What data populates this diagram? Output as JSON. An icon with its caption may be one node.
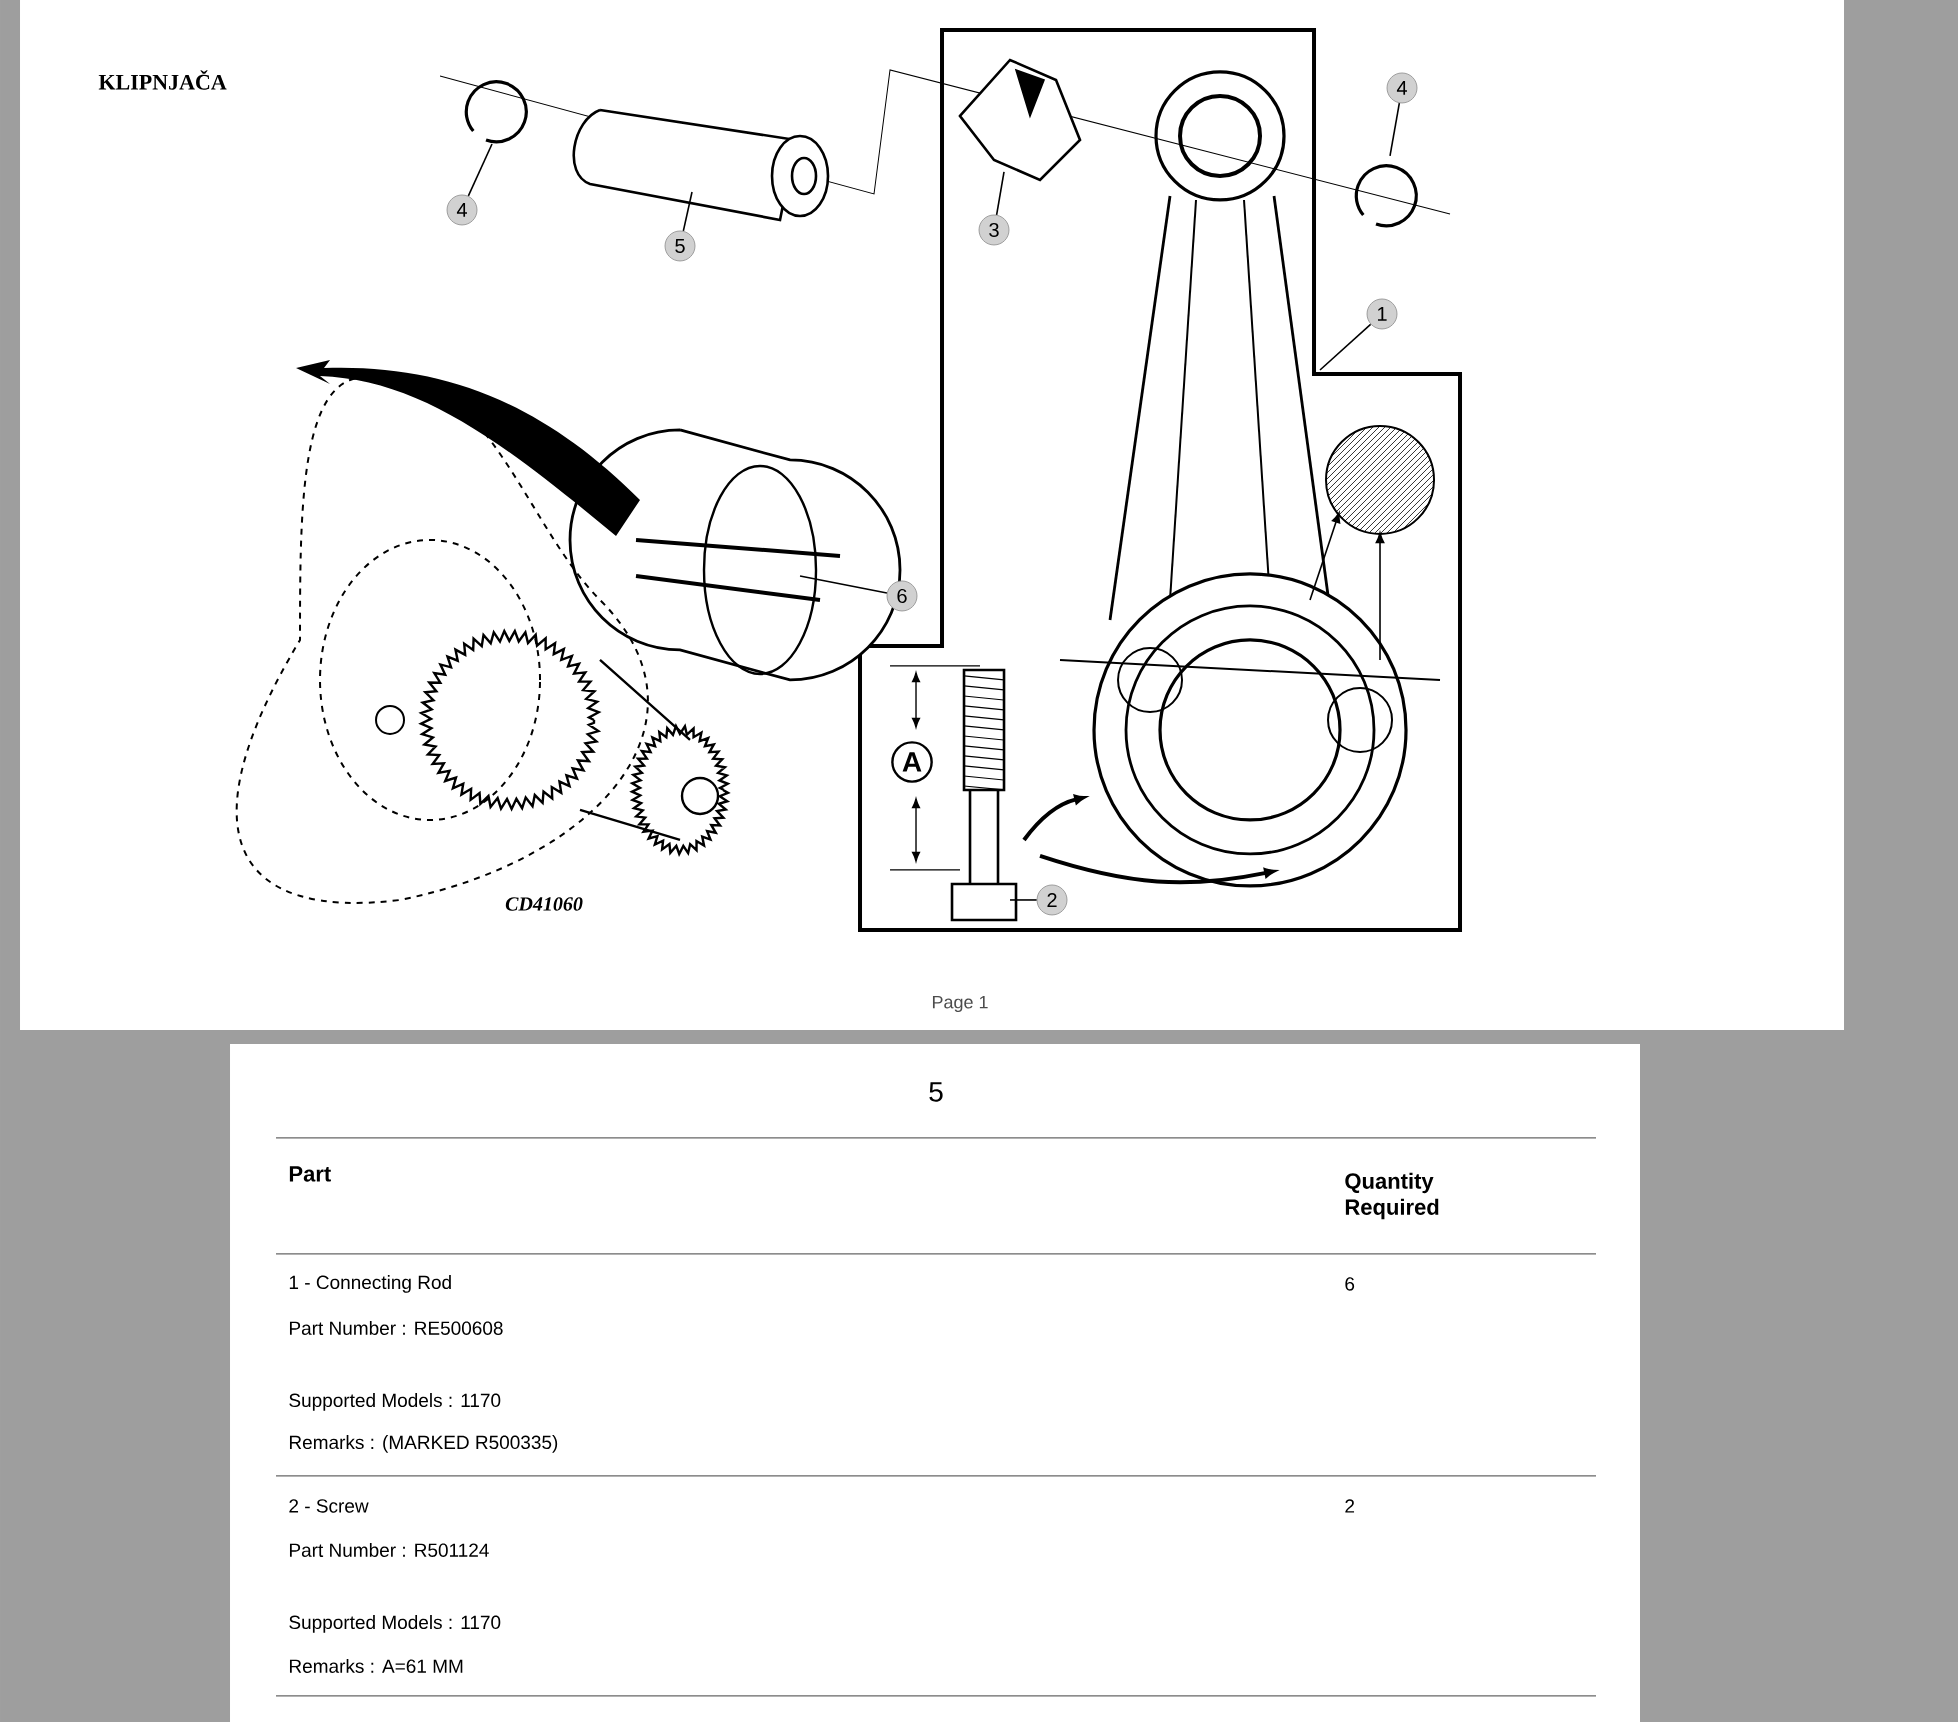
{
  "diagram": {
    "nodes": [
      {
        "text": [
          "4"
        ]
      },
      {
        "text": [
          "5"
        ]
      },
      {
        "text": [
          "3"
        ]
      },
      {
        "text": [
          "4"
        ]
      },
      {
        "text": [
          "1"
        ]
      },
      {
        "text": [
          "6"
        ]
      },
      {
        "text": [
          "2"
        ]
      }
    ],
    "edges": [
      {
        "from": 0,
        "to": null,
        "arrow": "none"
      },
      {
        "from": 1,
        "to": null,
        "arrow": "none"
      },
      {
        "from": 2,
        "to": null,
        "arrow": "none"
      },
      {
        "from": 3,
        "to": null,
        "arrow": "none"
      },
      {
        "from": 4,
        "to": null,
        "arrow": "none"
      },
      {
        "from": 5,
        "to": null,
        "arrow": "none"
      },
      {
        "from": 6,
        "to": null,
        "arrow": "none"
      }
    ],
    "labels": [
      "KLIPNJAČA",
      "A",
      "CD41060",
      "Page 1",
      "5",
      "Part",
      "Quantity Required",
      "1 - Connecting Rod",
      "Part Number : RE500608",
      "Supported Models : 1170",
      "Remarks : (MARKED R500335)",
      "6",
      "2 - Screw",
      "Part Number : R501124",
      "Supported Models : 1170",
      "Remarks : A=61 MM",
      "2"
    ]
  }
}
